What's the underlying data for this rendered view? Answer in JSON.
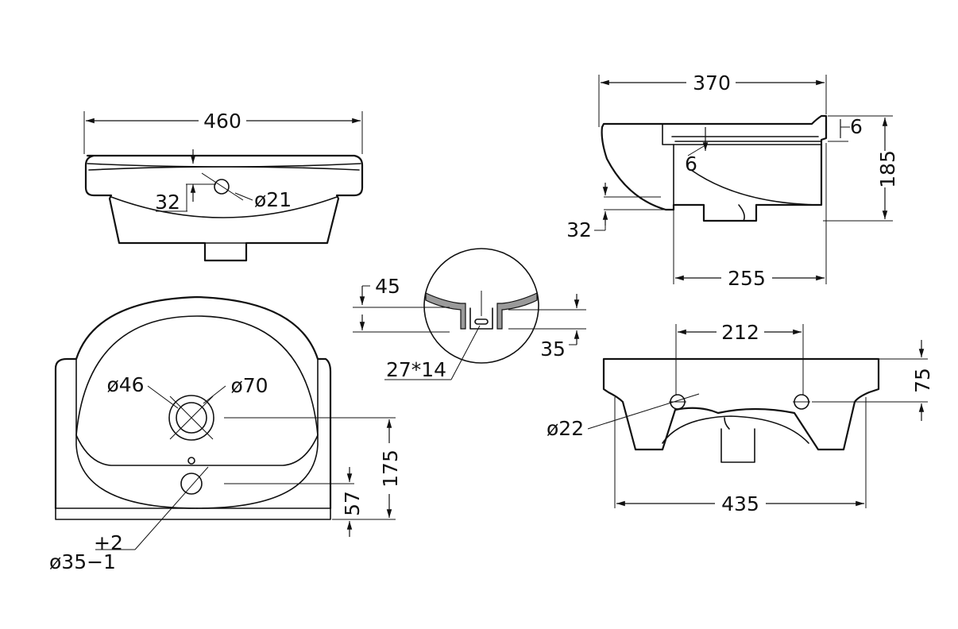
{
  "views": {
    "front": {
      "width_label": "460",
      "hole_offset_label": "32",
      "hole_diameter_label": "ø21"
    },
    "side": {
      "depth_label": "370",
      "rim_thickness_label": "6",
      "overflow_offset_label": "6",
      "height_label": "185",
      "drain_drop_label": "32",
      "back_depth_label": "255"
    },
    "detail": {
      "top_offset_label": "45",
      "bottom_offset_label": "35",
      "slot_size_label": "27*14"
    },
    "plan": {
      "drain_inner_label": "ø46",
      "drain_outer_label": "ø70",
      "drain_position_label": "175",
      "tap_position_label": "57",
      "tap_tolerance_plus_label": "+2",
      "tap_diameter_label": "ø35−1"
    },
    "mounting": {
      "hole_spacing_label": "212",
      "hole_diameter_label": "ø22",
      "hole_offset_label": "75",
      "width_label": "435"
    }
  }
}
